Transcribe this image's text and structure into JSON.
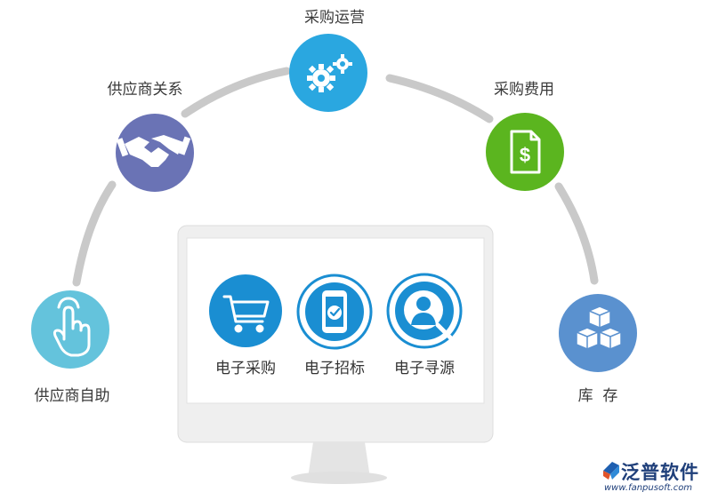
{
  "outer_nodes": [
    {
      "id": "self-service",
      "label": "供应商自助",
      "icon": "hand-pointer-icon",
      "color": "#64c3dc"
    },
    {
      "id": "supplier-relations",
      "label": "供应商关系",
      "icon": "handshake-icon",
      "color": "#6a73b5"
    },
    {
      "id": "procurement-ops",
      "label": "采购运营",
      "icon": "gears-icon",
      "color": "#2aa7e0"
    },
    {
      "id": "procurement-cost",
      "label": "采购费用",
      "icon": "dollar-document-icon",
      "color": "#5bb51f"
    },
    {
      "id": "inventory",
      "label": "库  存",
      "icon": "boxes-icon",
      "color": "#5a91cf"
    }
  ],
  "inner_nodes": [
    {
      "id": "e-purchase",
      "label": "电子采购",
      "icon": "shopping-cart-icon",
      "color": "#1a8ed2"
    },
    {
      "id": "e-bidding",
      "label": "电子招标",
      "icon": "phone-check-icon",
      "color": "#1a8ed2"
    },
    {
      "id": "e-sourcing",
      "label": "电子寻源",
      "icon": "user-search-icon",
      "color": "#1a8ed2"
    }
  ],
  "colors": {
    "arc": "#c9c9c9",
    "monitor": "#e8e8e8"
  },
  "brand": {
    "name": "泛普软件",
    "url": "www.fanpusoft.com",
    "logo": "fanpu-logo-icon"
  }
}
